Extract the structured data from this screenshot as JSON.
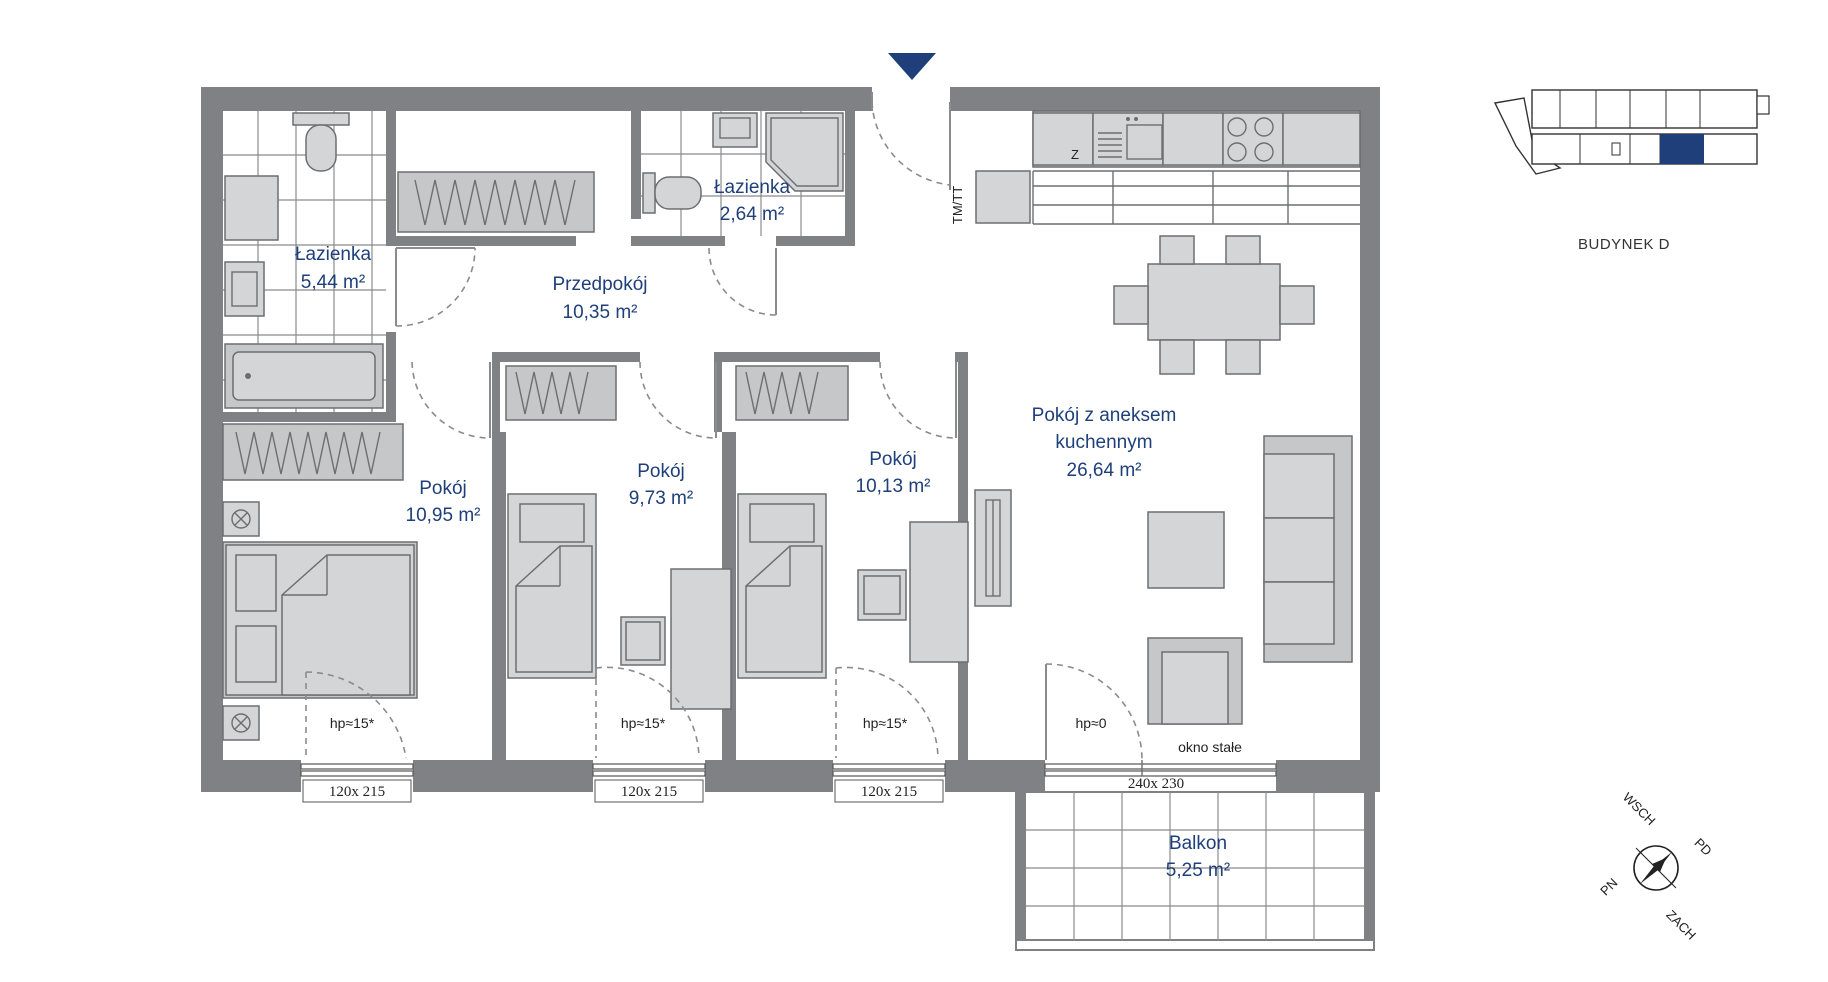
{
  "rooms": {
    "bath1": {
      "name": "Łazienka",
      "area": "5,44 m²"
    },
    "bath2": {
      "name": "Łazienka",
      "area": "2,64 m²"
    },
    "hall": {
      "name": "Przedpokój",
      "area": "10,35 m²"
    },
    "room1": {
      "name": "Pokój",
      "area": "10,95 m²"
    },
    "room2": {
      "name": "Pokój",
      "area": "9,73 m²"
    },
    "room3": {
      "name": "Pokój",
      "area": "10,13 m²"
    },
    "living_line1": "Pokój z aneksem",
    "living_line2": "kuchennym",
    "living_area": "26,64 m²",
    "balcony": {
      "name": "Balkon",
      "area": "5,25 m²"
    }
  },
  "windows": {
    "w1": {
      "size": "120x 215",
      "hp": "hp≈15*"
    },
    "w2": {
      "size": "120x 215",
      "hp": "hp≈15*"
    },
    "w3": {
      "size": "120x 215",
      "hp": "hp≈15*"
    },
    "w4": {
      "size": "240x 230",
      "hp": "hp≈0",
      "note": "okno stałe"
    }
  },
  "kitchen_marks": {
    "fridge": "Z",
    "shaft": "TM/TT"
  },
  "building_label": "BUDYNEK D",
  "compass": {
    "n": "PN",
    "s": "PD",
    "e": "WSCH",
    "w": "ZACH"
  },
  "colors": {
    "wall": "#808184",
    "text": "#1e3f7a",
    "entrance": "#1e3f7a",
    "highlight": "#1e3f7a"
  }
}
